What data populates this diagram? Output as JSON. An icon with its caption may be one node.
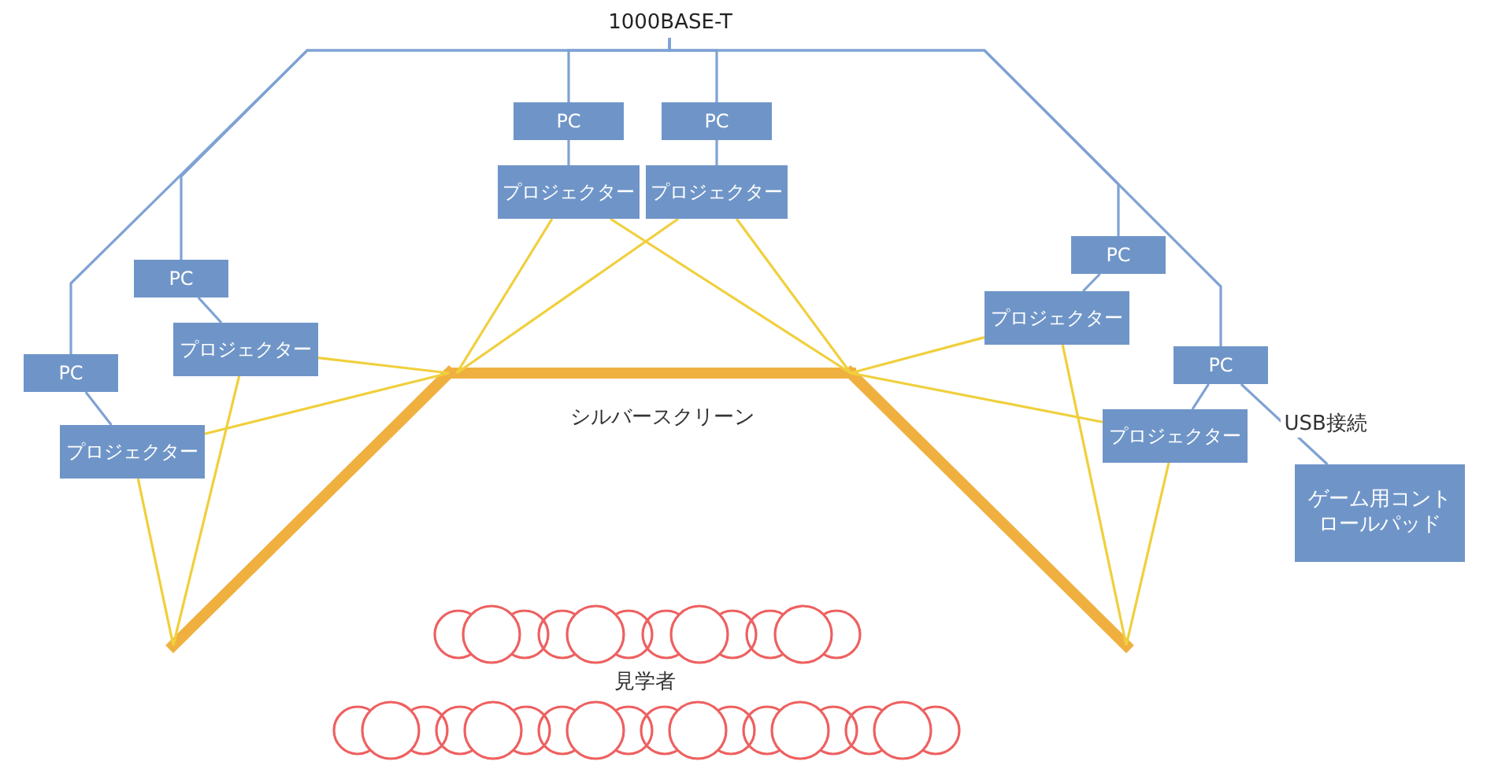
{
  "diagram": {
    "nodes": [
      {
        "text": [
          "1000BASE-T"
        ]
      },
      {
        "text": [
          "PC"
        ]
      },
      {
        "text": [
          "PC"
        ]
      },
      {
        "text": [
          "プロジェクター"
        ]
      },
      {
        "text": [
          "プロジェクター"
        ]
      },
      {
        "text": [
          "PC"
        ]
      },
      {
        "text": [
          "PC"
        ]
      },
      {
        "text": [
          "プロジェクター"
        ]
      },
      {
        "text": [
          "プロジェクター"
        ]
      },
      {
        "text": [
          "PC"
        ]
      },
      {
        "text": [
          "PC"
        ]
      },
      {
        "text": [
          "プロジェクター"
        ]
      },
      {
        "text": [
          "プロジェクター"
        ]
      },
      {
        "text": [
          "ゲーム用コントロールパッド"
        ]
      },
      {
        "text": [],
        "shape": "bar"
      },
      {
        "text": [],
        "shape": "bar",
        "beside": [
          "シルバースクリーン"
        ]
      },
      {
        "text": [],
        "shape": "bar"
      }
    ],
    "edges": [
      {
        "from": 0,
        "to": 1,
        "arrow": "none"
      },
      {
        "from": 0,
        "to": 2,
        "arrow": "none"
      },
      {
        "from": 0,
        "to": 5,
        "arrow": "none"
      },
      {
        "from": 0,
        "to": 6,
        "arrow": "none"
      },
      {
        "from": 0,
        "to": 9,
        "arrow": "none"
      },
      {
        "from": 0,
        "to": 10,
        "arrow": "none"
      },
      {
        "from": 1,
        "to": 3,
        "arrow": "none"
      },
      {
        "from": 2,
        "to": 4,
        "arrow": "none"
      },
      {
        "from": 5,
        "to": 7,
        "arrow": "none"
      },
      {
        "from": 6,
        "to": 8,
        "arrow": "none"
      },
      {
        "from": 9,
        "to": 11,
        "arrow": "none"
      },
      {
        "from": 10,
        "to": 12,
        "arrow": "none"
      },
      {
        "from": 10,
        "to": 13,
        "arrow": "none",
        "label": "USB接続"
      },
      {
        "from": 3,
        "to": 14,
        "arrow": "none",
        "color": "#f0cf3c"
      },
      {
        "from": 3,
        "to": 14,
        "arrow": "none",
        "color": "#f0cf3c"
      },
      {
        "from": 4,
        "to": 14,
        "arrow": "none",
        "color": "#f0cf3c"
      },
      {
        "from": 4,
        "to": 14,
        "arrow": "none",
        "color": "#f0cf3c"
      },
      {
        "from": 7,
        "to": 15,
        "arrow": "none",
        "color": "#f0cf3c"
      },
      {
        "from": 7,
        "to": 15,
        "arrow": "none",
        "color": "#f0cf3c"
      },
      {
        "from": 8,
        "to": 15,
        "arrow": "none",
        "color": "#f0cf3c"
      },
      {
        "from": 8,
        "to": 15,
        "arrow": "none",
        "color": "#f0cf3c"
      },
      {
        "from": 11,
        "to": 16,
        "arrow": "none",
        "color": "#f0cf3c"
      },
      {
        "from": 11,
        "to": 16,
        "arrow": "none",
        "color": "#f0cf3c"
      },
      {
        "from": 12,
        "to": 16,
        "arrow": "none",
        "color": "#f0cf3c"
      },
      {
        "from": 12,
        "to": 16,
        "arrow": "none",
        "color": "#f0cf3c"
      }
    ],
    "labels": [
      "見学者"
    ]
  }
}
